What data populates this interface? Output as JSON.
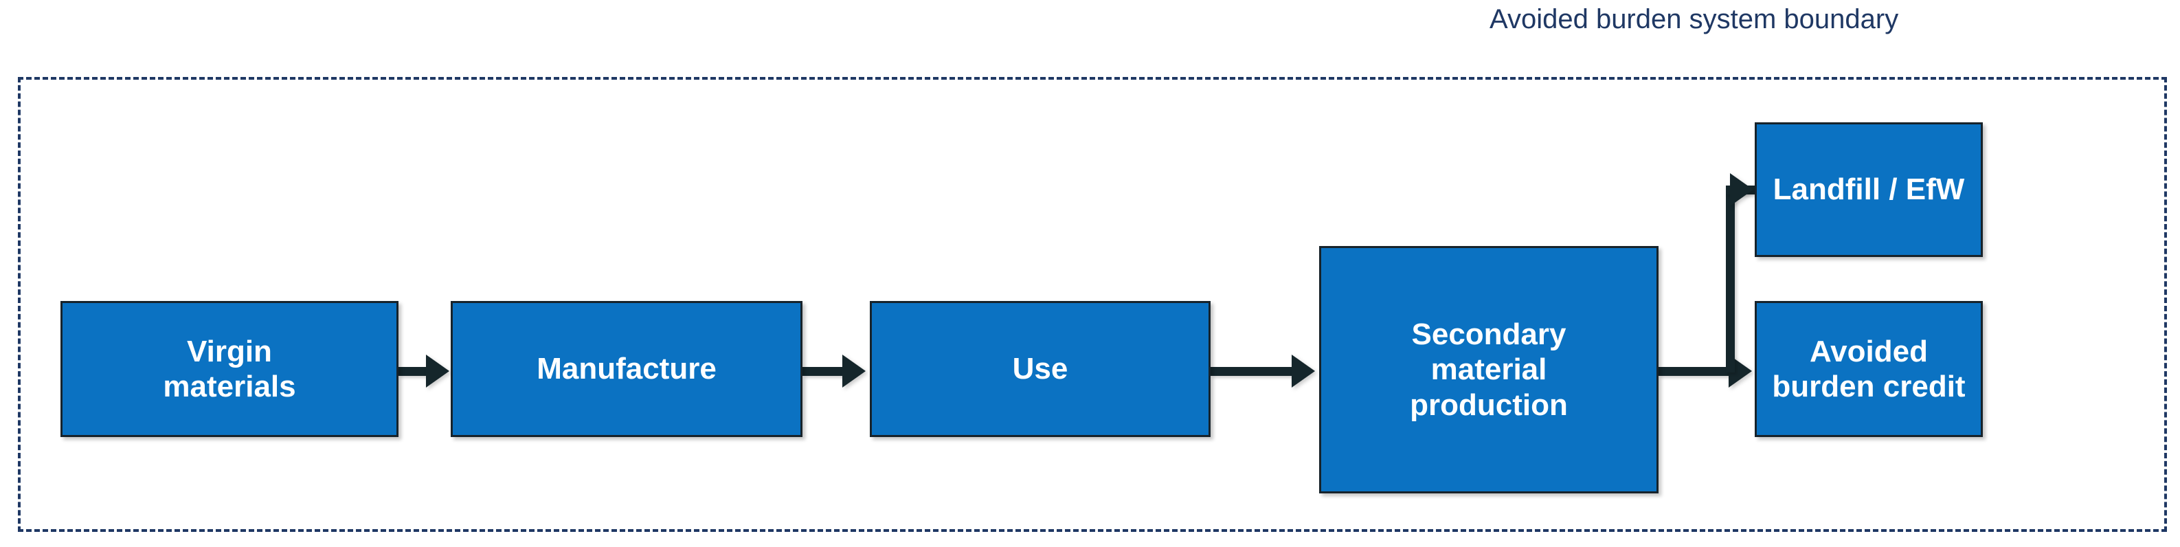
{
  "title": {
    "text": "Avoided burden system boundary",
    "color": "#1F3864"
  },
  "boundary": {
    "name": "Avoided burden system boundary",
    "style": "dashed",
    "color": "#1F3864"
  },
  "palette": {
    "node_fill": "#0B72C2",
    "node_border": "#17232B",
    "node_text": "#FFFFFF",
    "connector": "#15262B",
    "background": "#FFFFFF"
  },
  "nodes": [
    {
      "id": "virgin",
      "label": "Virgin\nmaterials"
    },
    {
      "id": "manufacture",
      "label": "Manufacture"
    },
    {
      "id": "use",
      "label": "Use"
    },
    {
      "id": "secondary",
      "label": "Secondary\nmaterial\nproduction"
    },
    {
      "id": "landfill",
      "label": "Landfill / EfW"
    },
    {
      "id": "credit",
      "label": "Avoided\nburden credit"
    }
  ],
  "connections": [
    {
      "from": "virgin",
      "to": "manufacture",
      "type": "straight-arrow"
    },
    {
      "from": "manufacture",
      "to": "use",
      "type": "straight-arrow"
    },
    {
      "from": "use",
      "to": "secondary",
      "type": "straight-arrow"
    },
    {
      "from": "secondary",
      "to": "credit",
      "type": "straight-arrow"
    },
    {
      "from": "secondary",
      "to": "landfill",
      "type": "elbow-arrow"
    }
  ]
}
